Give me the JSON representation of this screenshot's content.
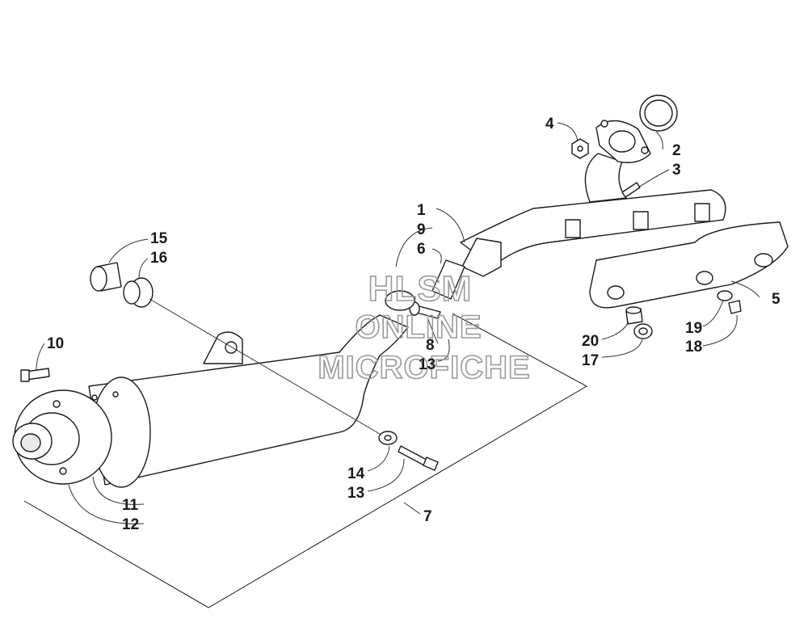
{
  "watermark": {
    "line1": "HLSM",
    "line2": "ONLINE",
    "line3": "MICROFICHE"
  },
  "callouts": {
    "c1": "1",
    "c2": "2",
    "c3": "3",
    "c4": "4",
    "c5": "5",
    "c6": "6",
    "c7": "7",
    "c8": "8",
    "c9": "9",
    "c10": "10",
    "c11": "11",
    "c12": "12",
    "c13a": "13",
    "c13b": "13",
    "c14": "14",
    "c15": "15",
    "c16": "16",
    "c17": "17",
    "c18": "18",
    "c19": "19",
    "c20": "20"
  }
}
